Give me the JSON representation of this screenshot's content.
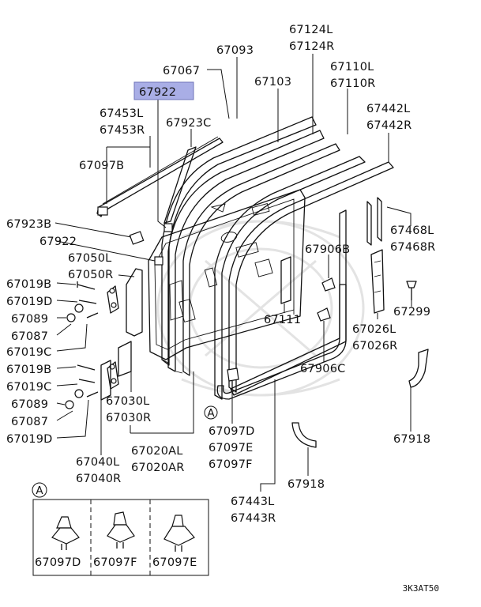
{
  "diagram": {
    "highlight_color": "#a9aee6",
    "highlighted_part": "67922",
    "figure_code": "3K3AT50",
    "detail_marker": "A",
    "labels": {
      "p67093": "67093",
      "p67067": "67067",
      "p67922_top": "67922",
      "p67124L": "67124L",
      "p67124R": "67124R",
      "p67103": "67103",
      "p67110L": "67110L",
      "p67110R": "67110R",
      "p67453L": "67453L",
      "p67453R": "67453R",
      "p67923C": "67923C",
      "p67442L": "67442L",
      "p67442R": "67442R",
      "p67097B": "67097B",
      "p67923B": "67923B",
      "p67922_mid": "67922",
      "p67468L": "67468L",
      "p67468R": "67468R",
      "p67050L": "67050L",
      "p67050R": "67050R",
      "p67906B": "67906B",
      "p67019B_1": "67019B",
      "p67019D_1": "67019D",
      "p67299": "67299",
      "p67089_1": "67089",
      "p67111": "67111",
      "p67087_1": "67087",
      "p67026L": "67026L",
      "p67026R": "67026R",
      "p67019C_1": "67019C",
      "p67906C": "67906C",
      "p67019B_2": "67019B",
      "p67019C_2": "67019C",
      "p67030L": "67030L",
      "p67030R": "67030R",
      "p67089_2": "67089",
      "p67087_2": "67087",
      "p67097D": "67097D",
      "p67097E": "67097E",
      "p67097F": "67097F",
      "p67019D_2": "67019D",
      "p67918_right": "67918",
      "p67020AL": "67020AL",
      "p67020AR": "67020AR",
      "p67040L": "67040L",
      "p67040R": "67040R",
      "p67918_bottom": "67918",
      "p67443L": "67443L",
      "p67443R": "67443R",
      "inset_67097D": "67097D",
      "inset_67097F": "67097F",
      "inset_67097E": "67097E"
    }
  }
}
